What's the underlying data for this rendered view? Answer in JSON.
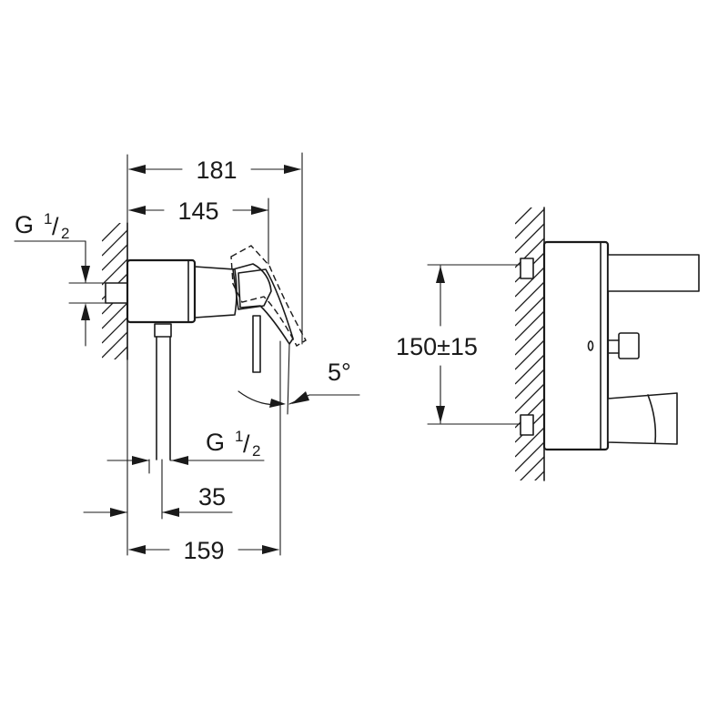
{
  "dimensions": {
    "width_overall": "181",
    "width_mid": "145",
    "width_bottom": "159",
    "outlet_offset": "35",
    "angle": "5°",
    "connection_spacing": "150±15"
  },
  "threads": {
    "inlet": {
      "letter": "G",
      "num": "1",
      "slash": "/",
      "den": "2"
    },
    "outlet": {
      "letter": "G",
      "num": "1",
      "slash": "/",
      "den": "2"
    }
  }
}
